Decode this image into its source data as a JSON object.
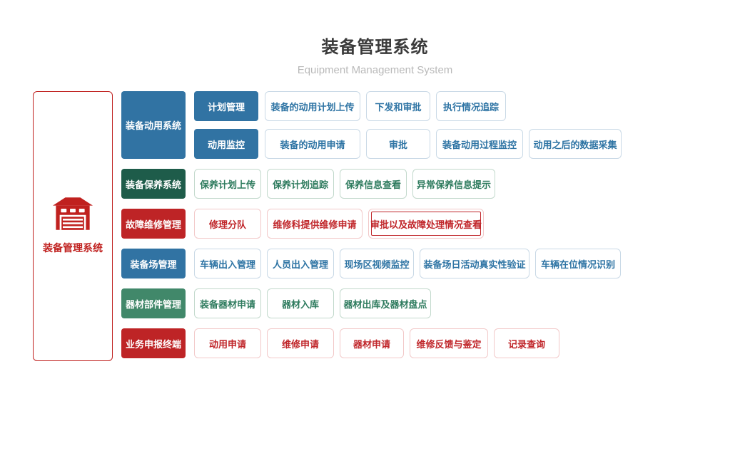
{
  "header": {
    "title": "装备管理系统",
    "subtitle": "Equipment Management System"
  },
  "root": {
    "label": "装备管理系统",
    "icon": "garage-icon"
  },
  "colors": {
    "blue": "#3173a3",
    "dark_green": "#1e5c4a",
    "green": "#41886a",
    "red": "#be2426",
    "accent_red": "#c0211f",
    "blue_text": "#2e74a4",
    "green_text": "#2e7b5e",
    "red_text": "#c0262a",
    "title_text": "#3a3a3a",
    "subtitle_text": "#b9b9b9"
  },
  "groups": [
    {
      "label": "装备动用系统",
      "color": "blue",
      "subgroups": [
        {
          "label": "计划管理",
          "items": [
            "装备的动用计划上传",
            "下发和审批",
            "执行情况追踪"
          ]
        },
        {
          "label": "动用监控",
          "items": [
            "装备的动用申请",
            "审批",
            "装备动用过程监控",
            "动用之后的数据采集"
          ]
        }
      ]
    },
    {
      "label": "装备保养系统",
      "color": "dark_green",
      "items": [
        "保养计划上传",
        "保养计划追踪",
        "保养信息查看",
        "异常保养信息提示"
      ]
    },
    {
      "label": "故障维修管理",
      "color": "red",
      "items": [
        "修理分队",
        "维修科提供维修申请",
        "审批以及故障处理情况查看"
      ]
    },
    {
      "label": "装备场管理",
      "color": "blue",
      "items": [
        "车辆出入管理",
        "人员出入管理",
        "现场区视频监控",
        "装备场日活动真实性验证",
        "车辆在位情况识别"
      ]
    },
    {
      "label": "器材部件管理",
      "color": "green",
      "items": [
        "装备器材申请",
        "器材入库",
        "器材出库及器材盘点"
      ]
    },
    {
      "label": "业务申报终端",
      "color": "red",
      "items": [
        "动用申请",
        "维修申请",
        "器材申请",
        "维修反馈与鉴定",
        "记录查询"
      ]
    }
  ]
}
